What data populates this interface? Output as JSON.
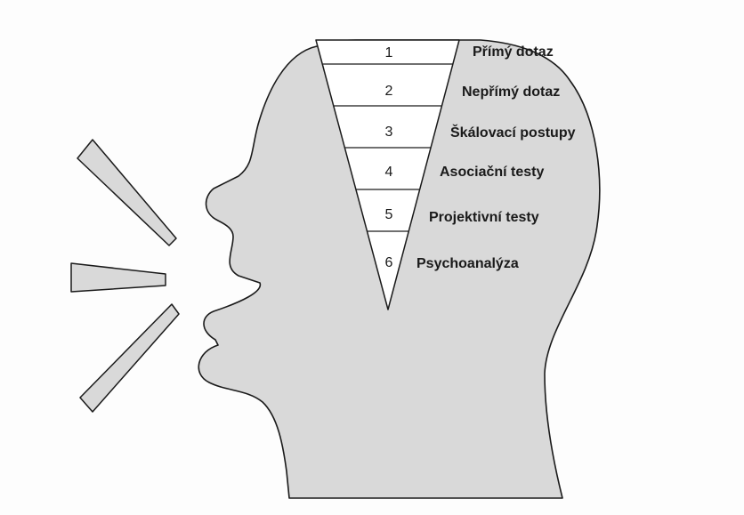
{
  "diagram": {
    "levels": [
      {
        "number": "1",
        "label": "Přímý dotaz"
      },
      {
        "number": "2",
        "label": "Nepřímý dotaz"
      },
      {
        "number": "3",
        "label": "Škálovací postupy"
      },
      {
        "number": "4",
        "label": "Asociační testy"
      },
      {
        "number": "5",
        "label": "Projektivní testy"
      },
      {
        "number": "6",
        "label": "Psychoanalýza"
      }
    ],
    "colors": {
      "head_fill": "#d9d9d9",
      "stroke": "#1a1a1a",
      "funnel_fill": "#ffffff"
    }
  }
}
